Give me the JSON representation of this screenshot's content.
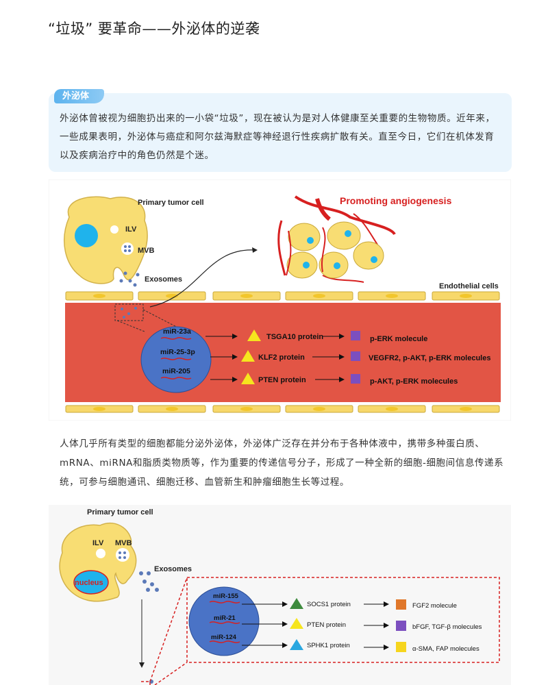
{
  "article": {
    "title": "“垃圾” 要革命——外泌体的逆袭"
  },
  "note": {
    "tag": "外泌体",
    "text": "外泌体曾被视为细胞扔出来的一小袋“垃圾”，现在被认为是对人体健康至关重要的生物物质。近年来，一些成果表明，外泌体与癌症和阿尔兹海默症等神经退行性疾病扩散有关。直至今日，它们在机体发育以及疾病治疗中的角色仍然是个迷。"
  },
  "figure1": {
    "cell_label": "Primary tumor cell",
    "ilv": "ILV",
    "mvb": "MVB",
    "exosomes": "Exosomes",
    "angiogenesis": "Promoting  angiogenesis",
    "endothelial": "Endothelial cells",
    "rows": [
      {
        "mirna": "miR-23a",
        "protein": "TSGA10 protein",
        "molecule": "p-ERK molecule"
      },
      {
        "mirna": "miR-25-3p",
        "protein": "KLF2 protein",
        "molecule": "VEGFR2, p-AKT, p-ERK molecules"
      },
      {
        "mirna": "miR-205",
        "protein": "PTEN protein",
        "molecule": "p-AKT, p-ERK molecules"
      }
    ]
  },
  "paragraph": "人体几乎所有类型的细胞都能分泌外泌体，外泌体广泛存在并分布于各种体液中，携带多种蛋白质、mRNA、miRNA和脂质类物质等，作为重要的传递信号分子，形成了一种全新的细胞-细胞间信息传递系统，可参与细胞通讯、细胞迁移、血管新生和肿瘤细胞生长等过程。",
  "figure2": {
    "cell_label": "Primary tumor cell",
    "ilv": "ILV",
    "mvb": "MVB",
    "nucleus": "nucleus",
    "exosomes": "Exosomes",
    "rows": [
      {
        "mirna": "miR-155",
        "protein": "SOCS1 protein",
        "molecule": "FGF2 molecule",
        "protein_color": "#3e8b3e",
        "molecule_color": "#e0772a"
      },
      {
        "mirna": "miR-21",
        "protein": "PTEN protein",
        "molecule": "bFGF, TGF-β molecules",
        "protein_color": "#f6e51e",
        "molecule_color": "#7c4fbf"
      },
      {
        "mirna": "miR-124",
        "protein": "SPHK1 protein",
        "molecule": "α-SMA, FAP molecules",
        "protein_color": "#2aa7e0",
        "molecule_color": "#f6d51e"
      }
    ]
  }
}
